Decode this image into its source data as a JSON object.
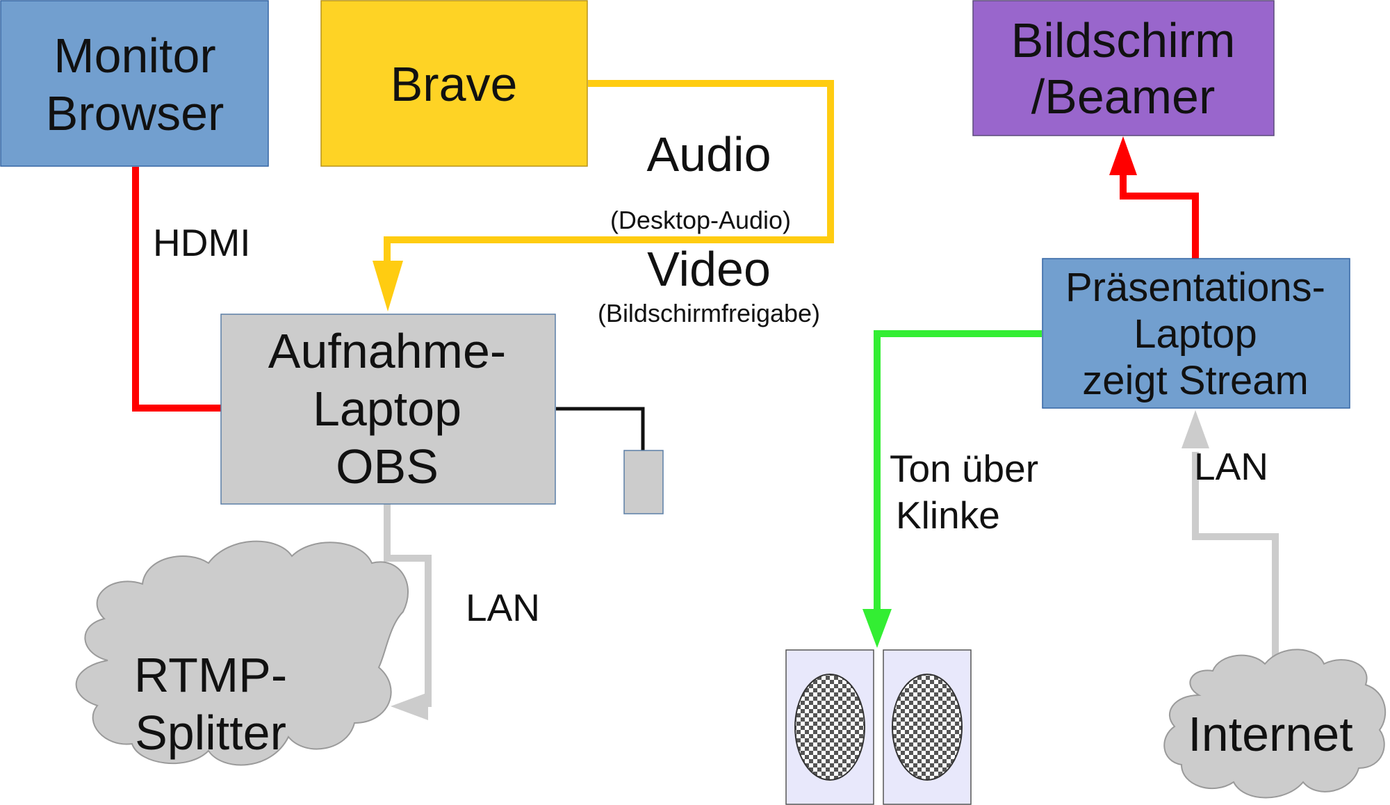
{
  "colors": {
    "blue_box": "#729fcf",
    "yellow_box": "#fed325",
    "grey_box": "#cccccc",
    "purple_box": "#9966cc",
    "hdmi_red": "#ff0000",
    "audio_video_yellow": "#ffcc11",
    "audio_jack_green": "#33ee33",
    "lan_grey": "#cccccc",
    "mic_cable_black": "#111111",
    "cloud_grey": "#cccccc",
    "speaker_fill": "#e8e8fb"
  },
  "nodes": {
    "monitor_browser": {
      "line1": "Monitor",
      "line2": "Browser"
    },
    "brave": {
      "label": "Brave"
    },
    "aufnahme_laptop": {
      "line1": "Aufnahme-",
      "line2": "Laptop",
      "line3": "OBS"
    },
    "bildschirm_beamer": {
      "line1": "Bildschirm",
      "line2": "/Beamer"
    },
    "praesentations_laptop": {
      "line1": "Präsentations-",
      "line2": "Laptop",
      "line3": "zeigt Stream"
    },
    "rtmp_splitter": {
      "line1": "RTMP-",
      "line2": "Splitter"
    },
    "internet": {
      "label": "Internet"
    }
  },
  "connections": {
    "hdmi": {
      "label": "HDMI"
    },
    "audio": {
      "label": "Audio",
      "sublabel": "(Desktop-Audio)"
    },
    "video": {
      "label": "Video",
      "sublabel": "(Bildschirmfreigabe)"
    },
    "lan_obs": {
      "label": "LAN"
    },
    "ton_klinke": {
      "line1": "Ton über",
      "line2": "Klinke"
    },
    "lan_internet": {
      "label": "LAN"
    }
  },
  "icons": {
    "microphone": "microphone-icon",
    "speaker_left": "speaker-icon",
    "speaker_right": "speaker-icon"
  }
}
